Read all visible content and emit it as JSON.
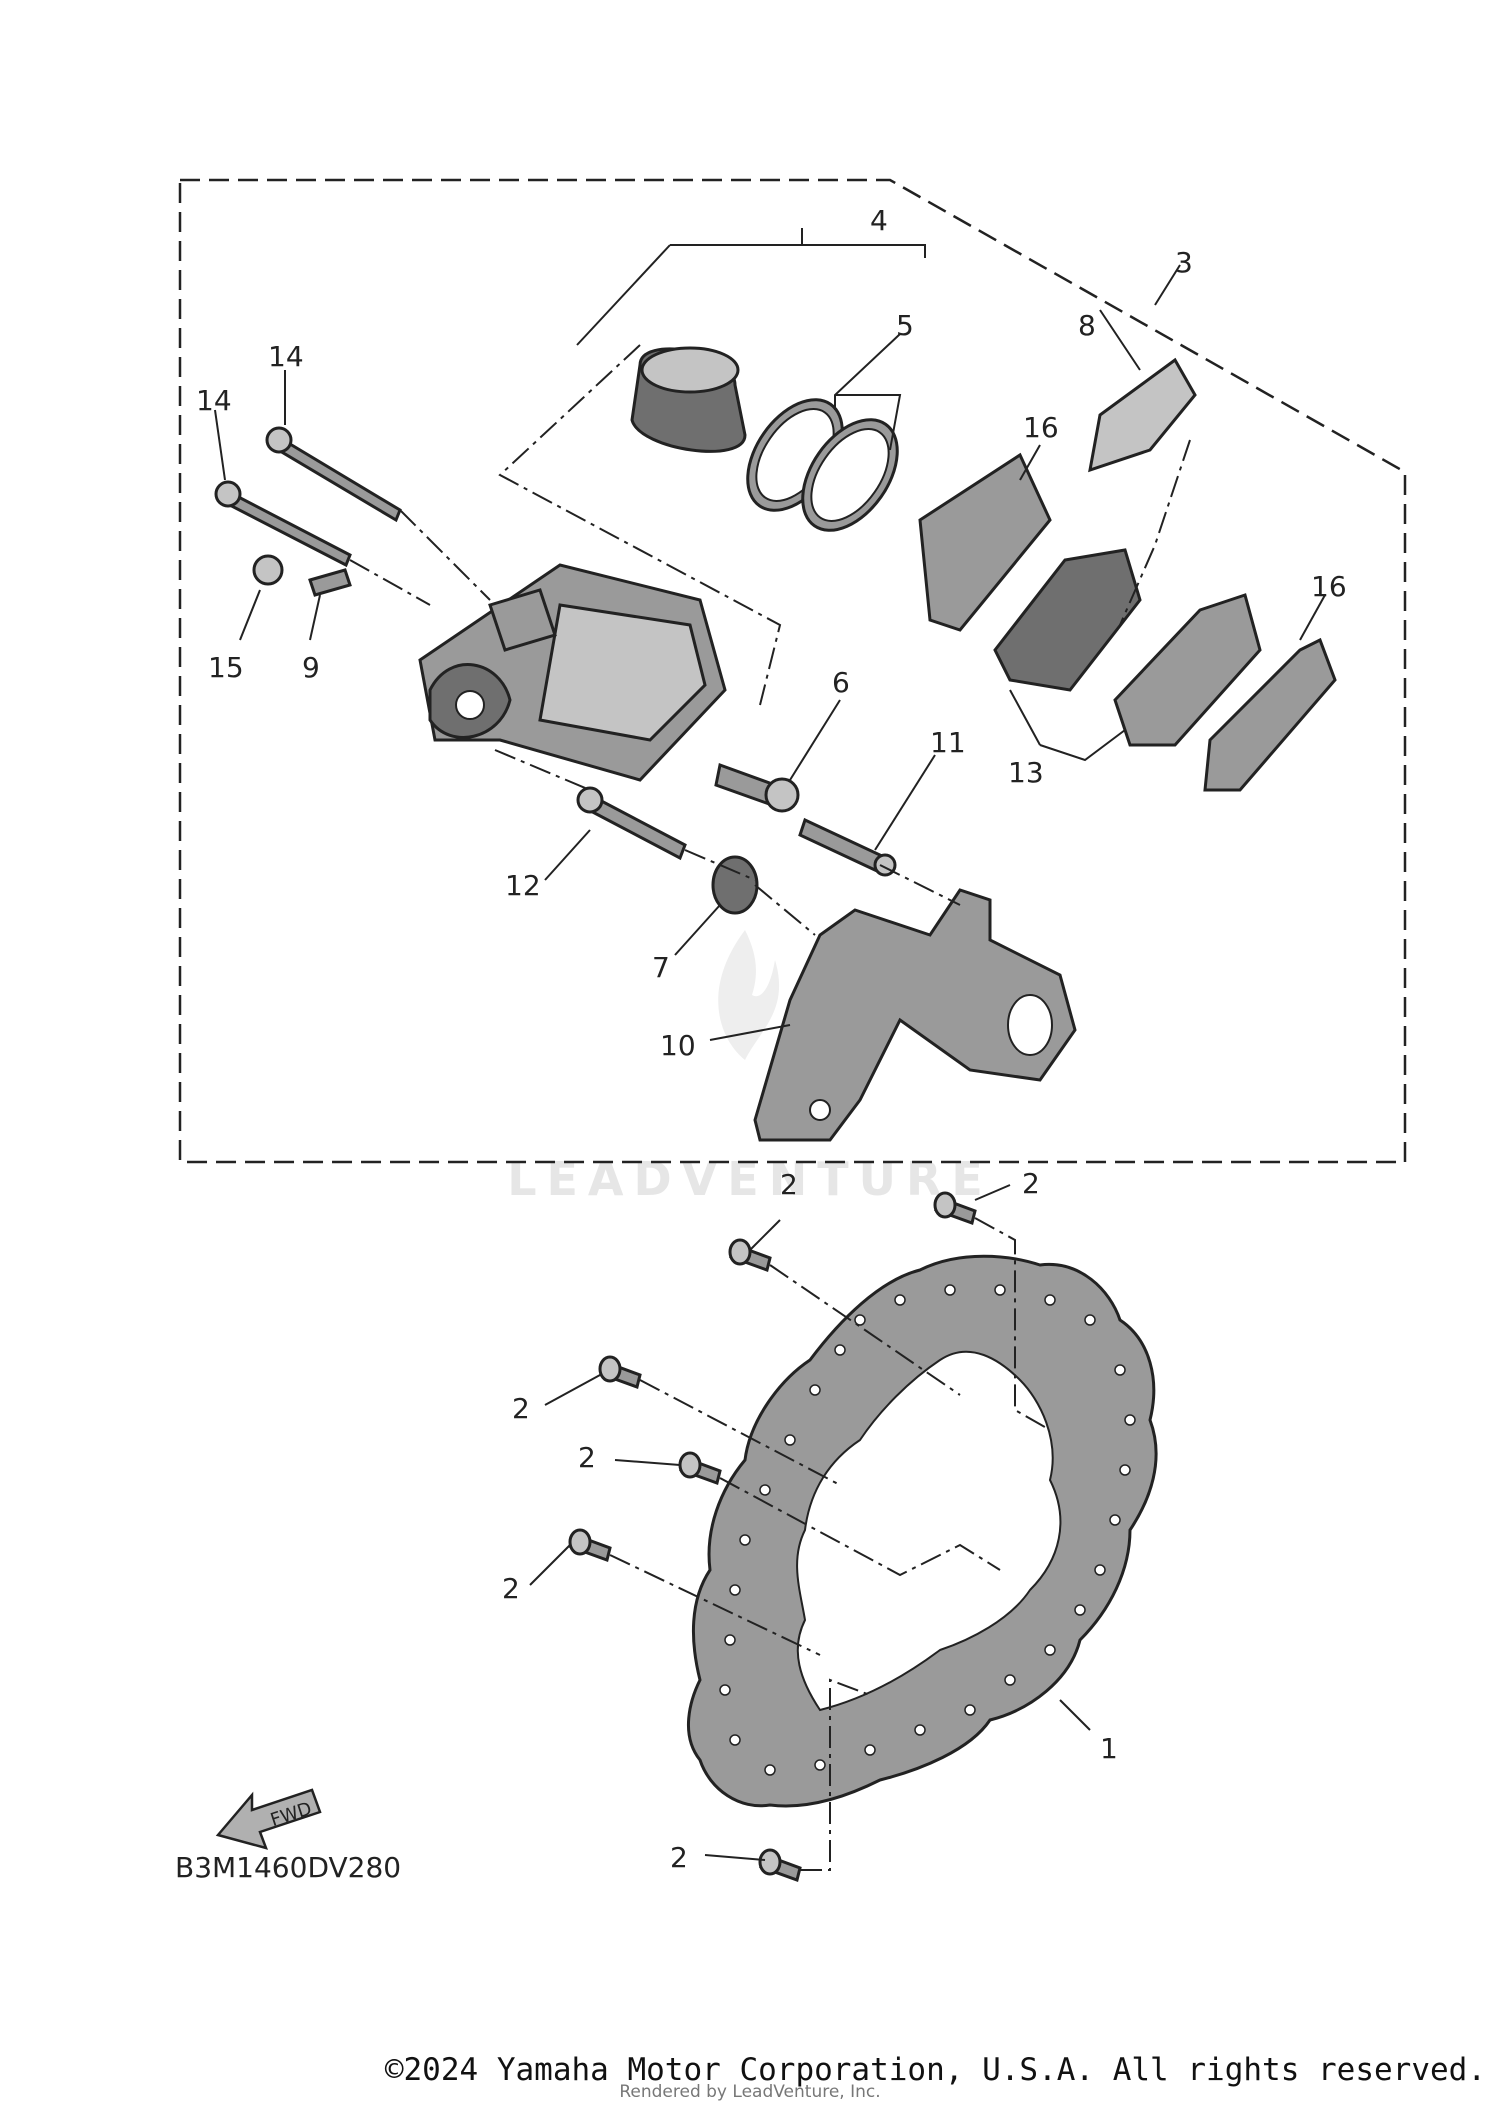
{
  "diagram": {
    "callouts": {
      "c1": "1",
      "c2": "2",
      "c3": "3",
      "c4": "4",
      "c5": "5",
      "c6": "6",
      "c7": "7",
      "c8": "8",
      "c9": "9",
      "c10": "10",
      "c11": "11",
      "c12": "12",
      "c13": "13",
      "c14": "14",
      "c15": "15",
      "c16": "16"
    },
    "fwd_label": "FWD",
    "diagram_code": "B3M1460DV280",
    "watermark": "LEADVENTURE"
  },
  "footer": {
    "copyright": "©2024 Yamaha Motor Corporation, U.S.A. All rights reserved.",
    "rendered_by": "Rendered by LeadVenture, Inc."
  }
}
